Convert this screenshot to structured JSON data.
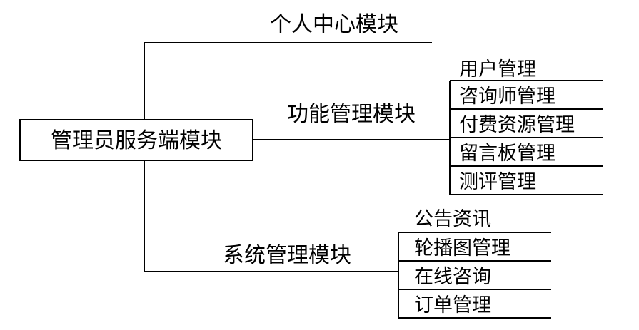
{
  "diagram": {
    "root": {
      "label": "管理员服务端模块"
    },
    "branches": [
      {
        "label": "个人中心模块",
        "leaves": []
      },
      {
        "label": "功能管理模块",
        "leaves": [
          "用户管理",
          "咨询师管理",
          "付费资源管理",
          "留言板管理",
          "测评管理"
        ]
      },
      {
        "label": "系统管理模块",
        "leaves": [
          "公告资讯",
          "轮播图管理",
          "在线咨询",
          "订单管理"
        ]
      }
    ],
    "colors": {
      "line": "#000000",
      "text": "#000000",
      "background": "#ffffff"
    }
  }
}
